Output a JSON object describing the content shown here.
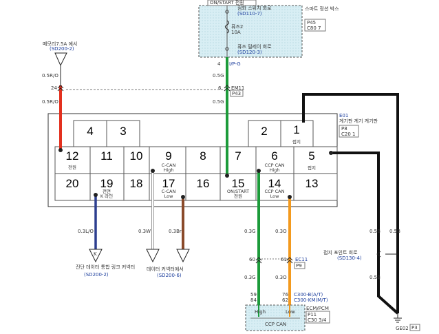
{
  "top_module": {
    "header": "ON/START 전원",
    "line1": "점화 스위치 회로",
    "line1_ref": "(SD110-7)",
    "fuse": "퓨즈2",
    "fuse_amp": "10A",
    "line2": "퓨즈 릴레이 회로",
    "line2_ref": "(SD120-3)",
    "side_name": "스마트\n정션 박스",
    "side_code": "P45",
    "side_code2": "C80 7",
    "wire_pin": "4",
    "wire_label": "I/P-G"
  },
  "top_left": {
    "source": "메모리7.5A 에서",
    "source_ref": "(SD200-2)",
    "wire1": "0.5R/O",
    "pin": "24",
    "wire2": "0.5R/O"
  },
  "mid_connector": {
    "wire1": "0.5G",
    "pin": "6",
    "name": "EM11",
    "code": "P43",
    "wire2": "0.5G"
  },
  "cluster": {
    "code": "E01",
    "name": "계기판 계기 계기판",
    "code2": "P8",
    "code3": "C20 1"
  },
  "connector": {
    "top_row": [
      "4",
      "3",
      "2",
      "1"
    ],
    "top_sublabels": {
      "1": "접지"
    },
    "mid_row": [
      "12",
      "11",
      "10",
      "9",
      "8",
      "7",
      "6",
      "5"
    ],
    "mid_sublabels": {
      "12": "전원",
      "9": "C-CAN",
      "9b": "High",
      "6": "CCP CAN",
      "6b": "High",
      "5": "접지"
    },
    "bot_row": [
      "20",
      "19",
      "18",
      "17",
      "16",
      "15",
      "14",
      "13"
    ],
    "bot_sublabels": {
      "19": "전면",
      "19b": "K 라인",
      "17": "C-CAN",
      "17b": "Low",
      "15": "ON/START",
      "15b": "전원",
      "14": "CCP CAN",
      "14b": "Low"
    }
  },
  "bottom": {
    "wire_lo": "0.3L/O",
    "wire_w": "0.3W",
    "wire_br": "0.3Br",
    "wire_g1": "0.3G",
    "wire_o1": "0.3O",
    "ground_wire1": "0.5B",
    "ground_wire2": "0.5B",
    "ground_wire3": "0.5B",
    "tri_k": "K",
    "tri_left_label": "진단 데이터\n통합 링크 커넥터",
    "tri_left_ref": "(SD200-2)",
    "tri_mid_label": "데이터 커넥터에서",
    "tri_mid_ref": "(SD200-6)",
    "pin_60": "60",
    "pin_61": "61",
    "name_ec11": "EC11",
    "code_p9": "P9",
    "wire_g2": "0.3G",
    "wire_o2": "0.3O",
    "ground_text": "접지 포인트 회로",
    "ground_ref": "(SD130-4)",
    "pin_59": "59",
    "pin_84": "84",
    "pin_76": "76",
    "pin_62": "62",
    "ref_c300a": "C300-B(A/T)",
    "ref_c300b": "C300-KM(M/T)",
    "ecm_name": "ECM/PCM",
    "ecm_code": "P11",
    "ecm_code2": "C30 3/4",
    "ecm_high": "High",
    "ecm_low": "Low",
    "ecm_bus": "CCP CAN",
    "ground_id": "GE02",
    "ground_code": "P3"
  }
}
